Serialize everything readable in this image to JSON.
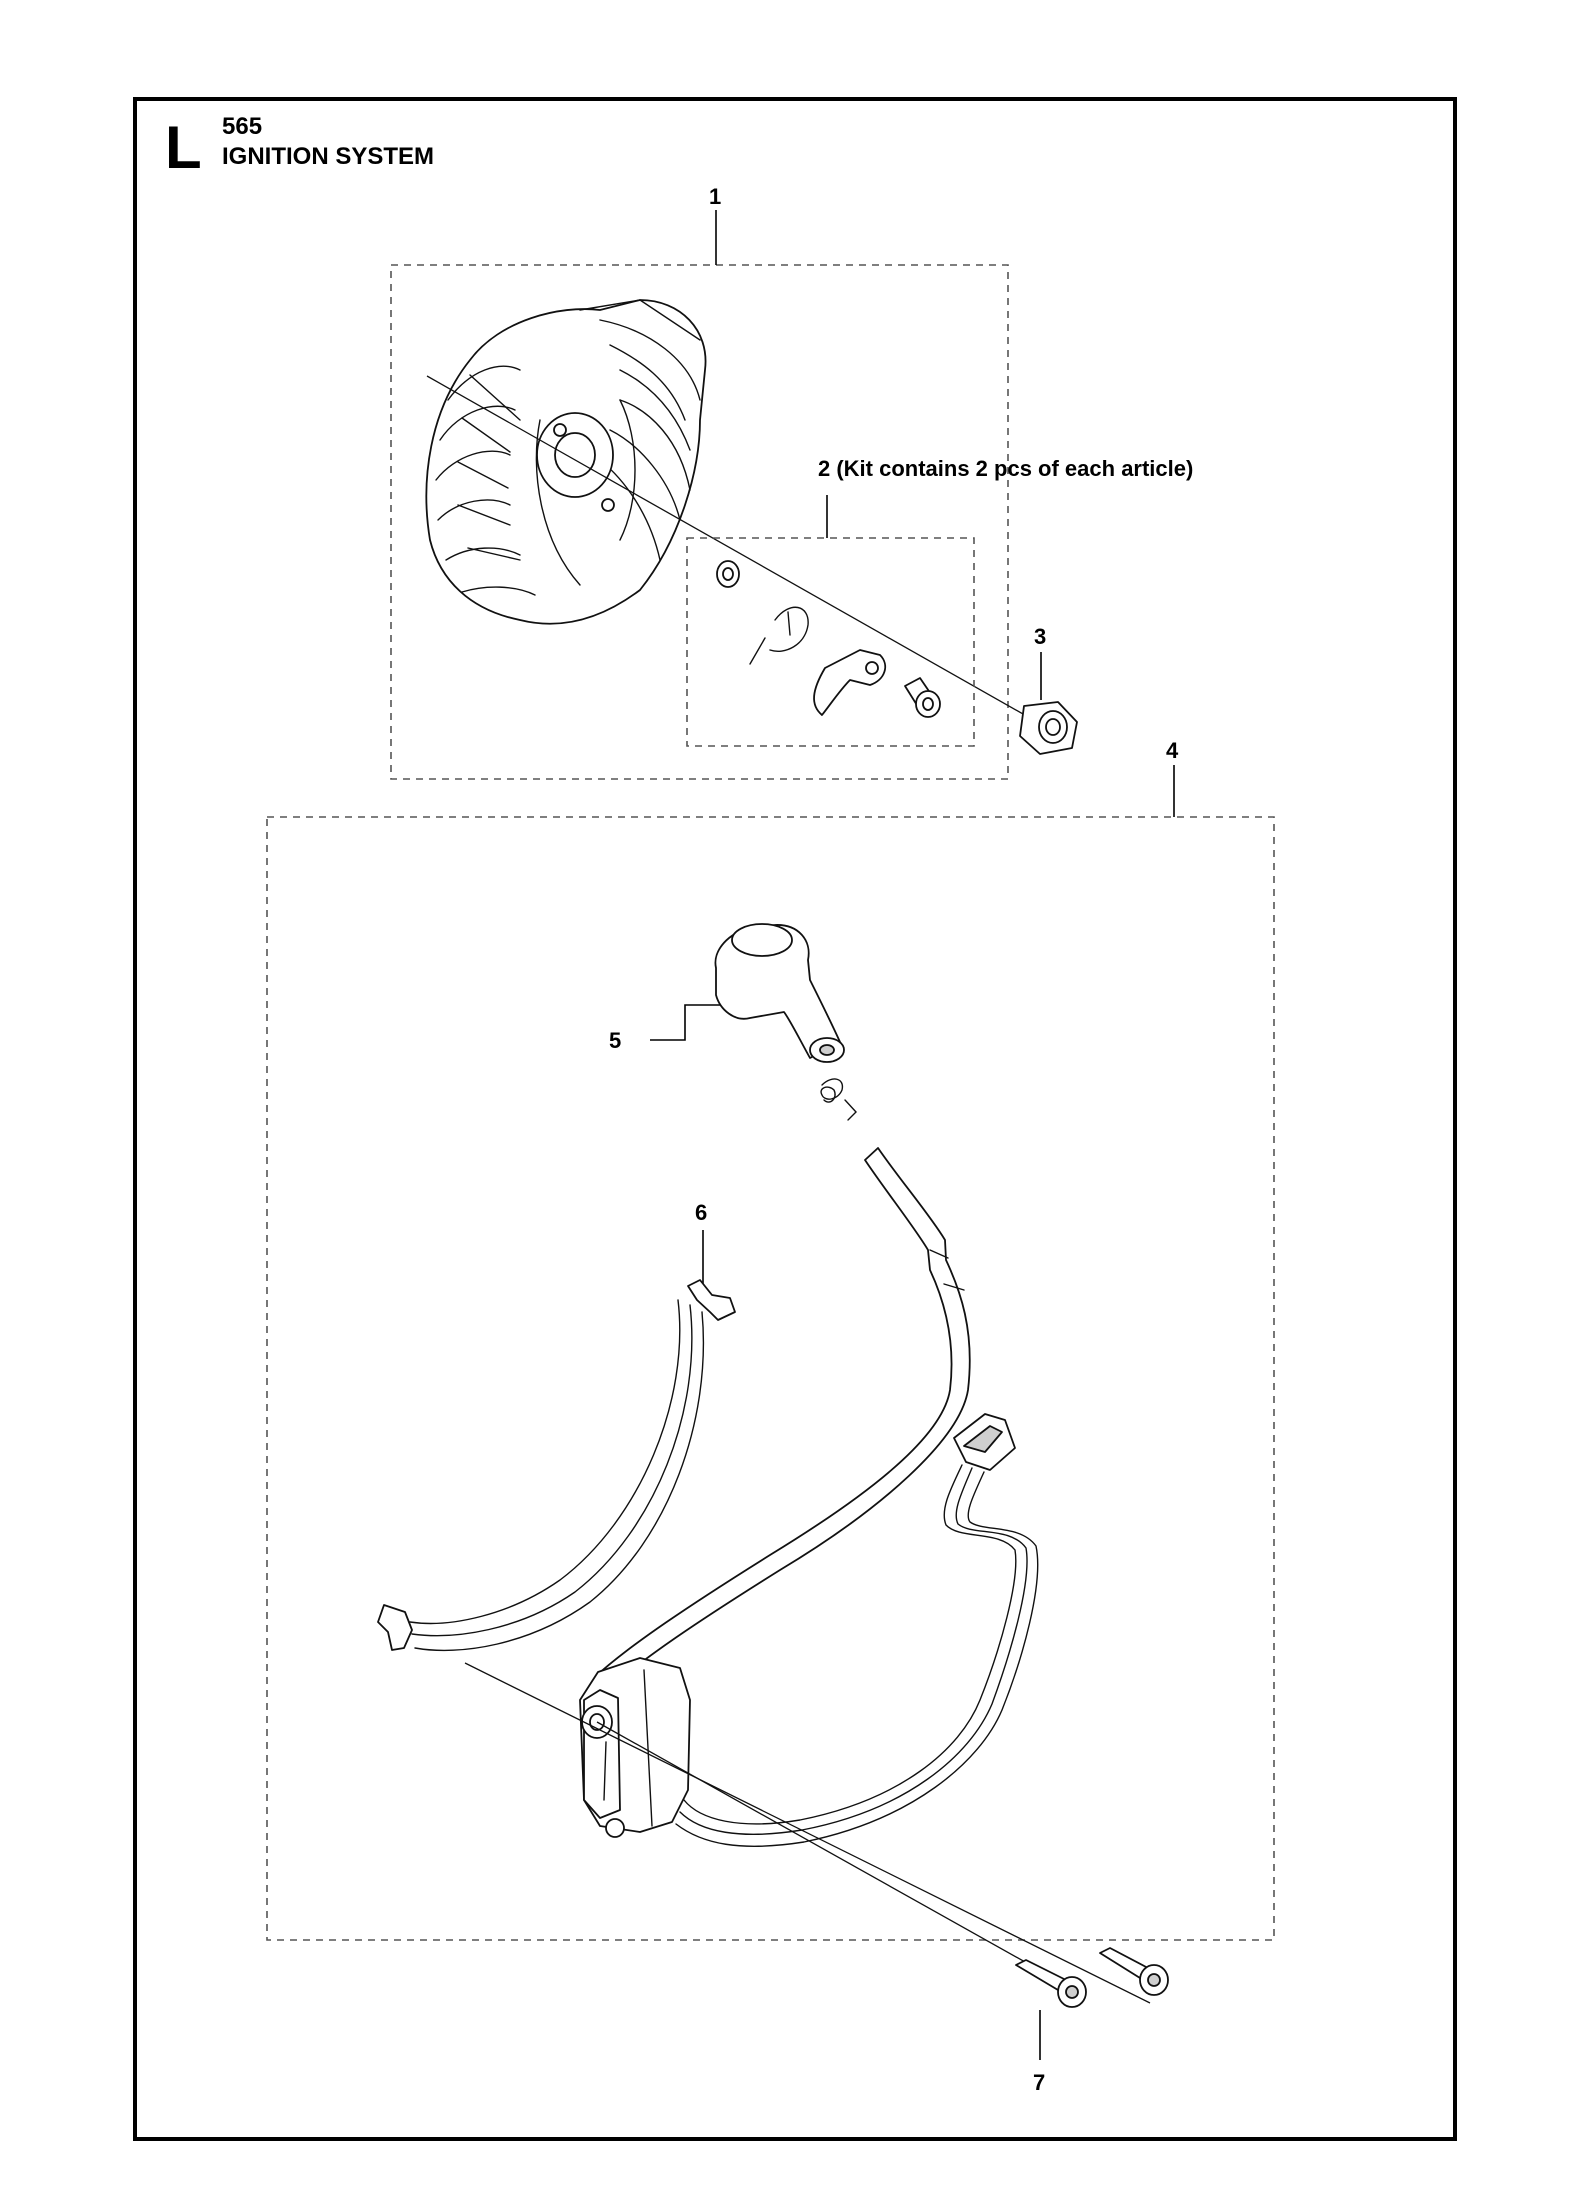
{
  "header": {
    "section_letter": "L",
    "model_number": "565",
    "title": "IGNITION SYSTEM"
  },
  "callouts": [
    {
      "id": "1",
      "label": "1"
    },
    {
      "id": "2",
      "label": "2 (Kit contains 2 pcs of each article)"
    },
    {
      "id": "3",
      "label": "3"
    },
    {
      "id": "4",
      "label": "4"
    },
    {
      "id": "5",
      "label": "5"
    },
    {
      "id": "6",
      "label": "6"
    },
    {
      "id": "7",
      "label": "7"
    }
  ],
  "parts": {
    "p1": "flywheel-icon",
    "p2": "pawl-kit-icon",
    "p3": "nut-icon",
    "p4": "ignition-module-icon",
    "p5": "spark-plug-boot-icon",
    "p6": "wire-clip-icon",
    "p7": "screw-icon"
  }
}
